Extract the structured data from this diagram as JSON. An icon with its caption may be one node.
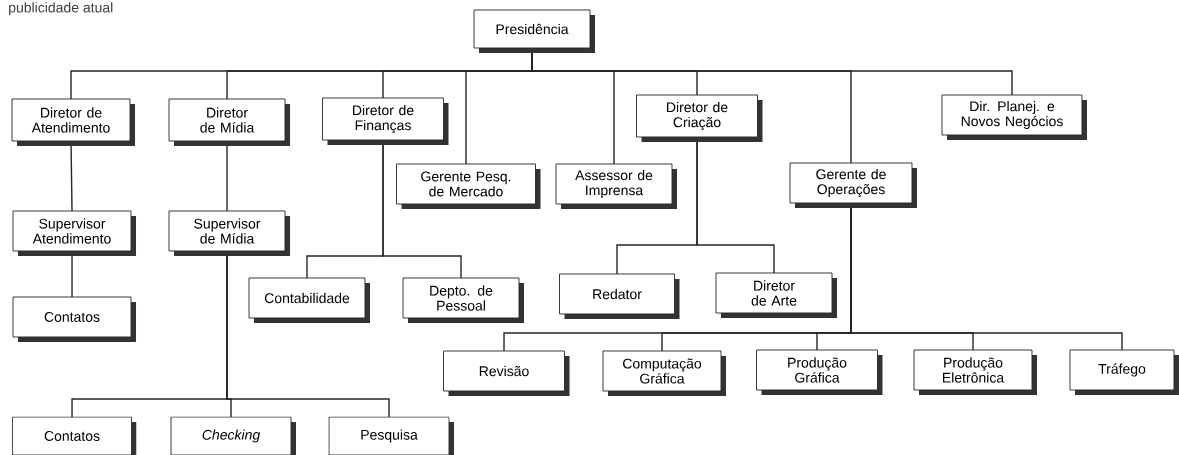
{
  "diagram": {
    "nodes": [
      {
        "text": [
          "Presidência"
        ]
      },
      {
        "text": [
          "Diretor de Atendimento"
        ]
      },
      {
        "text": [
          "Diretor de Mídia"
        ]
      },
      {
        "text": [
          "Diretor de Finanças"
        ]
      },
      {
        "text": [
          "Gerente Pesq. de Mercado"
        ]
      },
      {
        "text": [
          "Assessor de Imprensa"
        ]
      },
      {
        "text": [
          "Diretor de Criação"
        ]
      },
      {
        "text": [
          "Gerente de Operações"
        ]
      },
      {
        "text": [
          "Dir. Planej. e Novos Negócios"
        ]
      },
      {
        "text": [
          "Supervisor Atendimento"
        ]
      },
      {
        "text": [
          "Supervisor de Mídia"
        ]
      },
      {
        "text": [
          "Contatos"
        ]
      },
      {
        "text": [
          "Contabilidade"
        ]
      },
      {
        "text": [
          "Depto. de Pessoal"
        ]
      },
      {
        "text": [
          "Redator"
        ]
      },
      {
        "text": [
          "Diretor de Arte"
        ]
      },
      {
        "text": [
          "Revisão"
        ]
      },
      {
        "text": [
          "Computação Gráfica"
        ]
      },
      {
        "text": [
          "Produção Gráfica"
        ]
      },
      {
        "text": [
          "Produção Eletrônica"
        ]
      },
      {
        "text": [
          "Tráfego"
        ]
      },
      {
        "text": [
          "Contatos"
        ]
      },
      {
        "text": [
          "Checking"
        ]
      },
      {
        "text": [
          "Pesquisa"
        ]
      }
    ],
    "edges": [
      {
        "from": 0,
        "to": 1,
        "arrow": "none"
      },
      {
        "from": 0,
        "to": 2,
        "arrow": "none"
      },
      {
        "from": 0,
        "to": 3,
        "arrow": "none"
      },
      {
        "from": 0,
        "to": 4,
        "arrow": "none"
      },
      {
        "from": 0,
        "to": 5,
        "arrow": "none"
      },
      {
        "from": 0,
        "to": 6,
        "arrow": "none"
      },
      {
        "from": 0,
        "to": 7,
        "arrow": "none"
      },
      {
        "from": 0,
        "to": 8,
        "arrow": "none"
      },
      {
        "from": 1,
        "to": 9,
        "arrow": "none"
      },
      {
        "from": 2,
        "to": 10,
        "arrow": "none"
      },
      {
        "from": 9,
        "to": 11,
        "arrow": "none"
      },
      {
        "from": 3,
        "to": 12,
        "arrow": "none"
      },
      {
        "from": 3,
        "to": 13,
        "arrow": "none"
      },
      {
        "from": 6,
        "to": 14,
        "arrow": "none"
      },
      {
        "from": 6,
        "to": 15,
        "arrow": "none"
      },
      {
        "from": 7,
        "to": 16,
        "arrow": "none"
      },
      {
        "from": 7,
        "to": 17,
        "arrow": "none"
      },
      {
        "from": 7,
        "to": 18,
        "arrow": "none"
      },
      {
        "from": 7,
        "to": 19,
        "arrow": "none"
      },
      {
        "from": 7,
        "to": 20,
        "arrow": "none"
      },
      {
        "from": 10,
        "to": 21,
        "arrow": "none"
      },
      {
        "from": 10,
        "to": 22,
        "arrow": "none"
      },
      {
        "from": 10,
        "to": 23,
        "arrow": "none"
      }
    ],
    "labels": [
      "publicidade atual"
    ]
  }
}
